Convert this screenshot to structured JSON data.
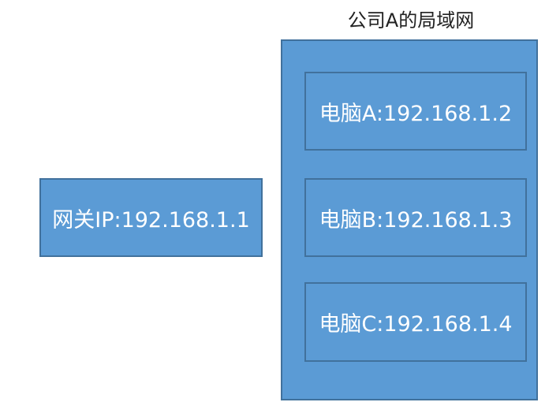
{
  "lan": {
    "title": "公司A的局域网"
  },
  "gateway": {
    "label": "网关IP:192.168.1.1"
  },
  "computers": [
    {
      "label": "电脑A:192.168.1.2"
    },
    {
      "label": "电脑B:192.168.1.3"
    },
    {
      "label": "电脑C:192.168.1.4"
    }
  ],
  "colors": {
    "box_fill": "#5b9bd5",
    "box_border": "#41719c",
    "box_text": "#ffffff",
    "title_text": "#222222"
  }
}
